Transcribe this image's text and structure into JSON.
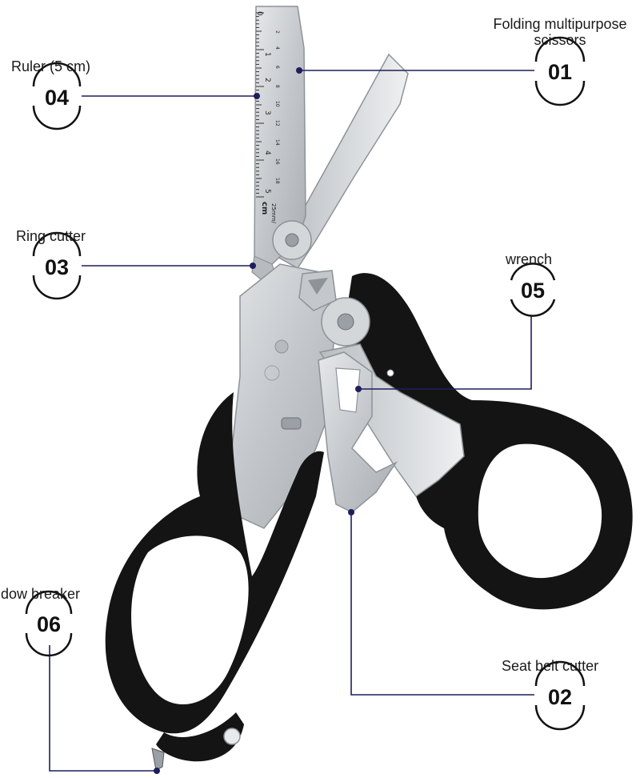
{
  "callouts": [
    {
      "id": "01",
      "number": "01",
      "label": "Folding multipurpose scissors"
    },
    {
      "id": "02",
      "number": "02",
      "label": "Seat belt cutter"
    },
    {
      "id": "03",
      "number": "03",
      "label": "Ring cutter"
    },
    {
      "id": "04",
      "number": "04",
      "label": "Ruler (5 cm)"
    },
    {
      "id": "05",
      "number": "05",
      "label": "wrench"
    },
    {
      "id": "06",
      "number": "06",
      "label": "dow breaker"
    }
  ],
  "ruler": {
    "cm_marks": [
      "1",
      "2",
      "3",
      "4",
      "5"
    ],
    "mm_marks": [
      "0",
      "2",
      "4",
      "6",
      "8",
      "10",
      "12",
      "14",
      "16",
      "18"
    ],
    "unit": "cm",
    "scale_note": "25mm/"
  },
  "colors": {
    "steel": "#c9ccd0",
    "steel_dark": "#9aa0a6",
    "handle": "#141414",
    "leader": "#1d1f5c",
    "dot": "#1d1f5c"
  }
}
